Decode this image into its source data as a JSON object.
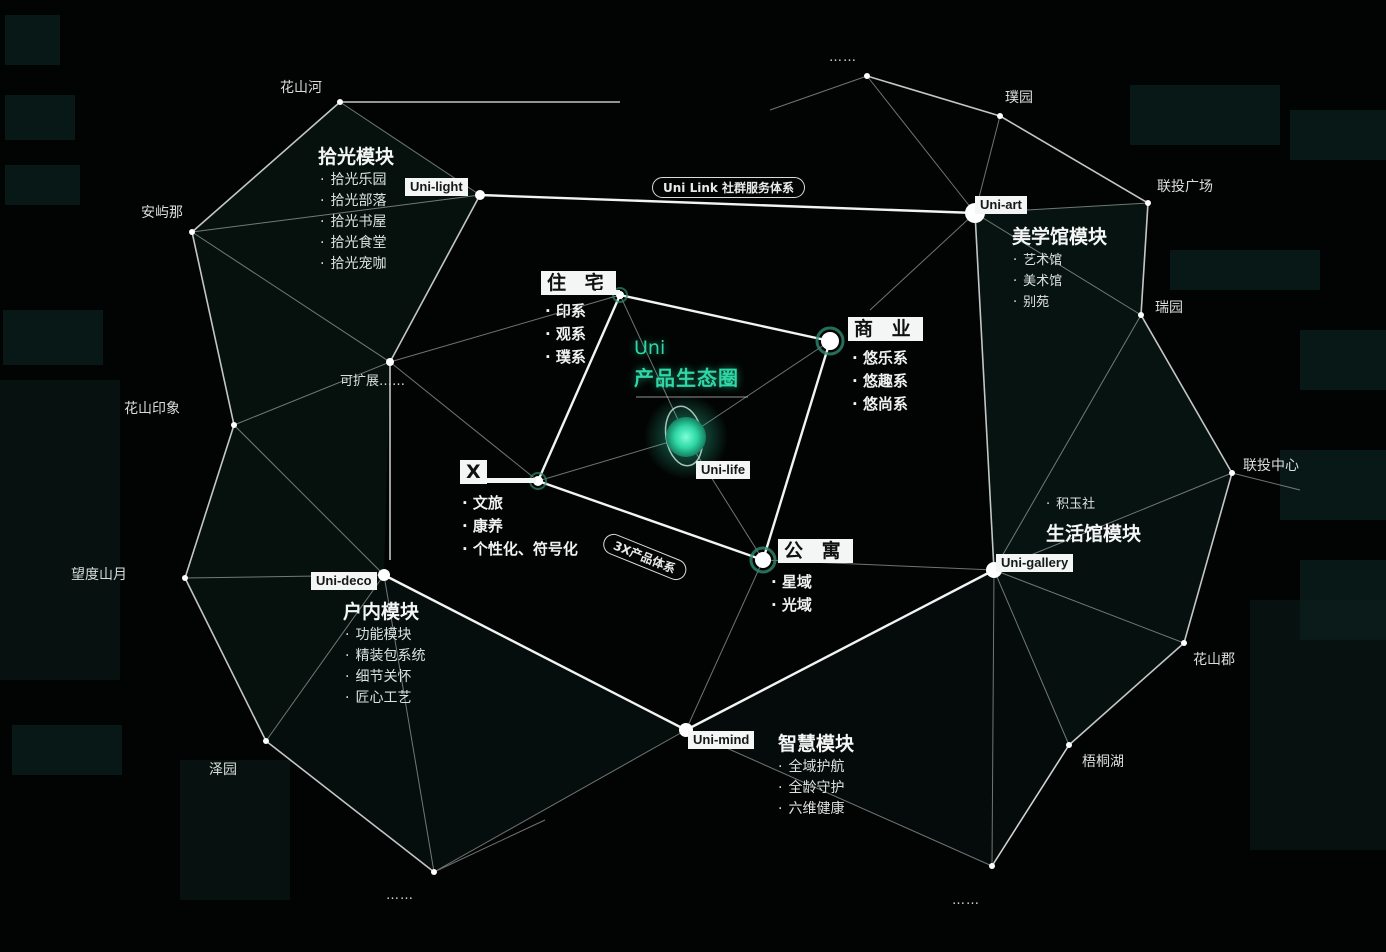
{
  "center": {
    "title_line1": "Uni",
    "title_line2": "产品生态圈",
    "node_tag": "Uni-life",
    "accent_color": "#2fd6a6"
  },
  "links": {
    "outer_ring_label": "Uni Link 社群服务体系",
    "inner_ring_label": "3X产品体系"
  },
  "core_products": [
    {
      "name": "住 宅",
      "items": [
        "印系",
        "观系",
        "璞系"
      ]
    },
    {
      "name": "商 业",
      "items": [
        "悠乐系",
        "悠趣系",
        "悠尚系"
      ]
    },
    {
      "name": "X",
      "items": [
        "文旅",
        "康养",
        "个性化、符号化"
      ]
    },
    {
      "name": "公 寓",
      "items": [
        "星域",
        "光域"
      ]
    }
  ],
  "modules": [
    {
      "tag": "Uni-light",
      "title": "拾光模块",
      "items": [
        "拾光乐园",
        "拾光部落",
        "拾光书屋",
        "拾光食堂",
        "拾光宠咖"
      ]
    },
    {
      "tag": "Uni-art",
      "title": "美学馆模块",
      "items": [
        "艺术馆",
        "美术馆",
        "别苑"
      ]
    },
    {
      "tag": "Uni-gallery",
      "title": "生活馆模块",
      "items": [
        "积玉社"
      ]
    },
    {
      "tag": "Uni-deco",
      "title": "户内模块",
      "items": [
        "功能模块",
        "精装包系统",
        "细节关怀",
        "匠心工艺"
      ]
    },
    {
      "tag": "Uni-mind",
      "title": "智慧模块",
      "items": [
        "全域护航",
        "全龄守护",
        "六维健康"
      ]
    }
  ],
  "projects": [
    {
      "name": "花山河"
    },
    {
      "name": "安屿那"
    },
    {
      "name": "可扩展……"
    },
    {
      "name": "花山印象"
    },
    {
      "name": "望度山月"
    },
    {
      "name": "泽园"
    },
    {
      "name": "璞园"
    },
    {
      "name": "联投广场"
    },
    {
      "name": "瑞园"
    },
    {
      "name": "联投中心"
    },
    {
      "name": "花山郡"
    },
    {
      "name": "梧桐湖"
    }
  ],
  "ellipses": {
    "top": "……",
    "bottom_left": "……",
    "bottom_right": "……"
  }
}
